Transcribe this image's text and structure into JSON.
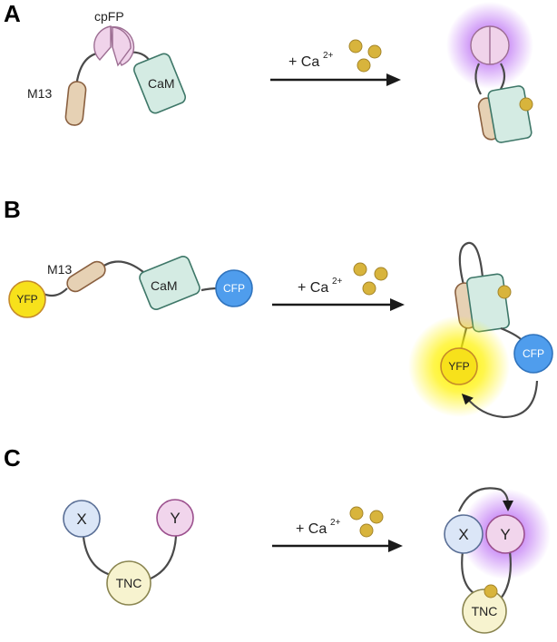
{
  "panels": {
    "a": {
      "letter": "A",
      "cpfp_label": "cpFP",
      "m13_label": "M13",
      "cam_label": "CaM",
      "ca_label": "+ Ca",
      "ca_sup": "2+"
    },
    "b": {
      "letter": "B",
      "m13_label": "M13",
      "cam_label": "CaM",
      "yfp_label": "YFP",
      "cfp_label": "CFP",
      "ca_label": "+ Ca",
      "ca_sup": "2+",
      "yfp_bound_label": "YFP",
      "cfp_bound_label": "CFP"
    },
    "c": {
      "letter": "C",
      "x_label": "X",
      "y_label": "Y",
      "tnc_label": "TNC",
      "ca_label": "+ Ca",
      "ca_sup": "2+",
      "x_bound_label": "X",
      "y_bound_label": "Y",
      "tnc_bound_label": "TNC"
    }
  },
  "colors": {
    "glow_purple": "#b25af2",
    "glow_yellow": "#fff200",
    "calcium": "#d8b43c"
  }
}
